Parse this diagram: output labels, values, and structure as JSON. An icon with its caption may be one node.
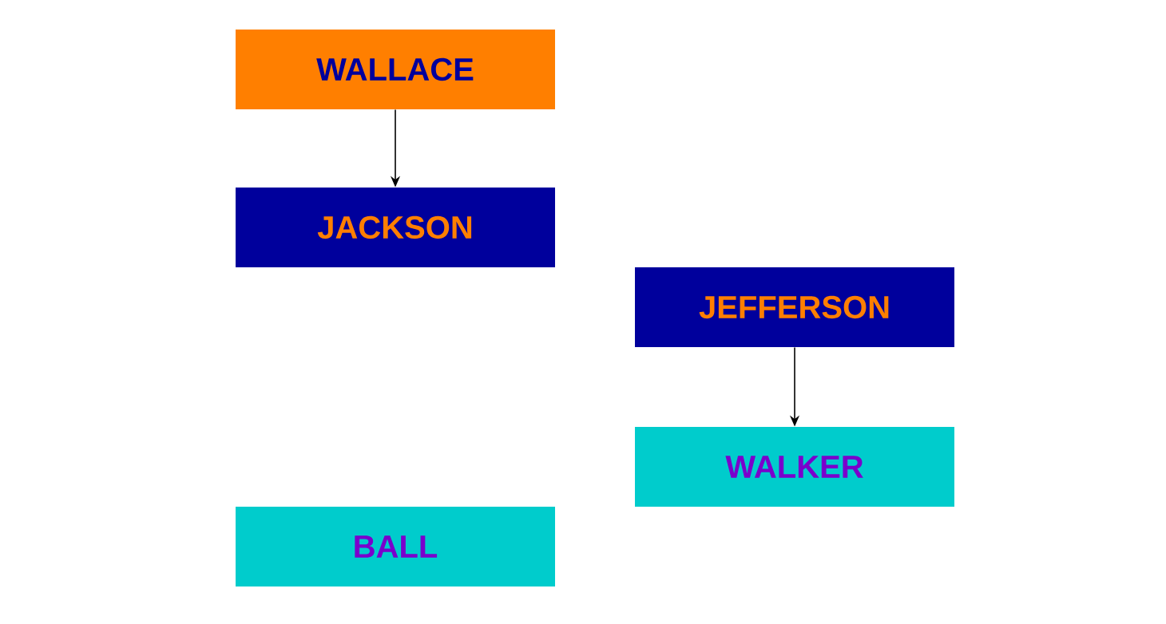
{
  "diagram": {
    "nodes": [
      {
        "text": [
          "WALLACE"
        ]
      },
      {
        "text": [
          "JACKSON"
        ]
      },
      {
        "text": [
          "JEFFERSON"
        ]
      },
      {
        "text": [
          "WALKER"
        ]
      },
      {
        "text": [
          "BALL"
        ]
      }
    ],
    "edges": [
      {
        "from": 0,
        "to": 1,
        "arrow": "to"
      },
      {
        "from": 2,
        "to": 3,
        "arrow": "to"
      }
    ]
  }
}
